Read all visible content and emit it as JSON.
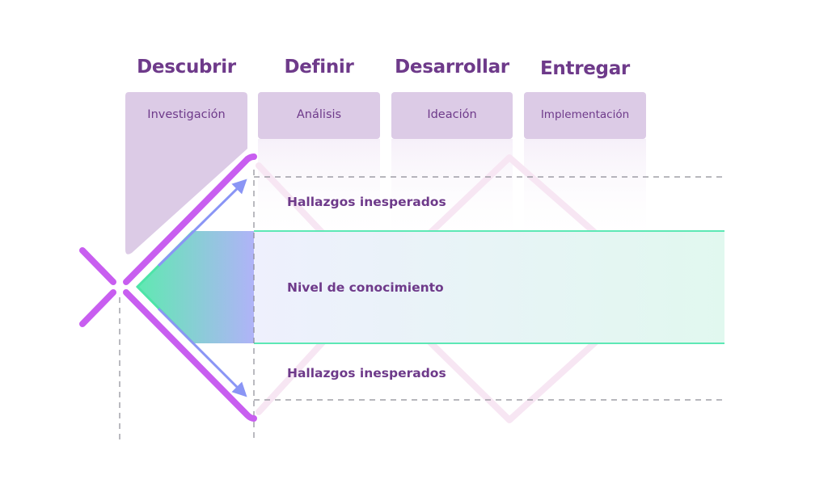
{
  "phases": [
    {
      "title": "Descubrir",
      "activity": "Investigación"
    },
    {
      "title": "Definir",
      "activity": "Análisis"
    },
    {
      "title": "Desarrollar",
      "activity": "Ideación"
    },
    {
      "title": "Entregar",
      "activity": "Implementación"
    }
  ],
  "band": {
    "label": "Nivel de conocimiento"
  },
  "findings": {
    "top_label": "Hallazgos inesperados",
    "bottom_label": "Hallazgos inesperados"
  },
  "colors": {
    "text": "#6e3a8a",
    "tab_fill": "#dccbe6",
    "magenta": "#c85ef0",
    "arrow_blue": "#8a95f5",
    "band_green": "#5de8b5",
    "band_blue": "#b7b4f7",
    "dash_gray": "#8c8c95"
  }
}
